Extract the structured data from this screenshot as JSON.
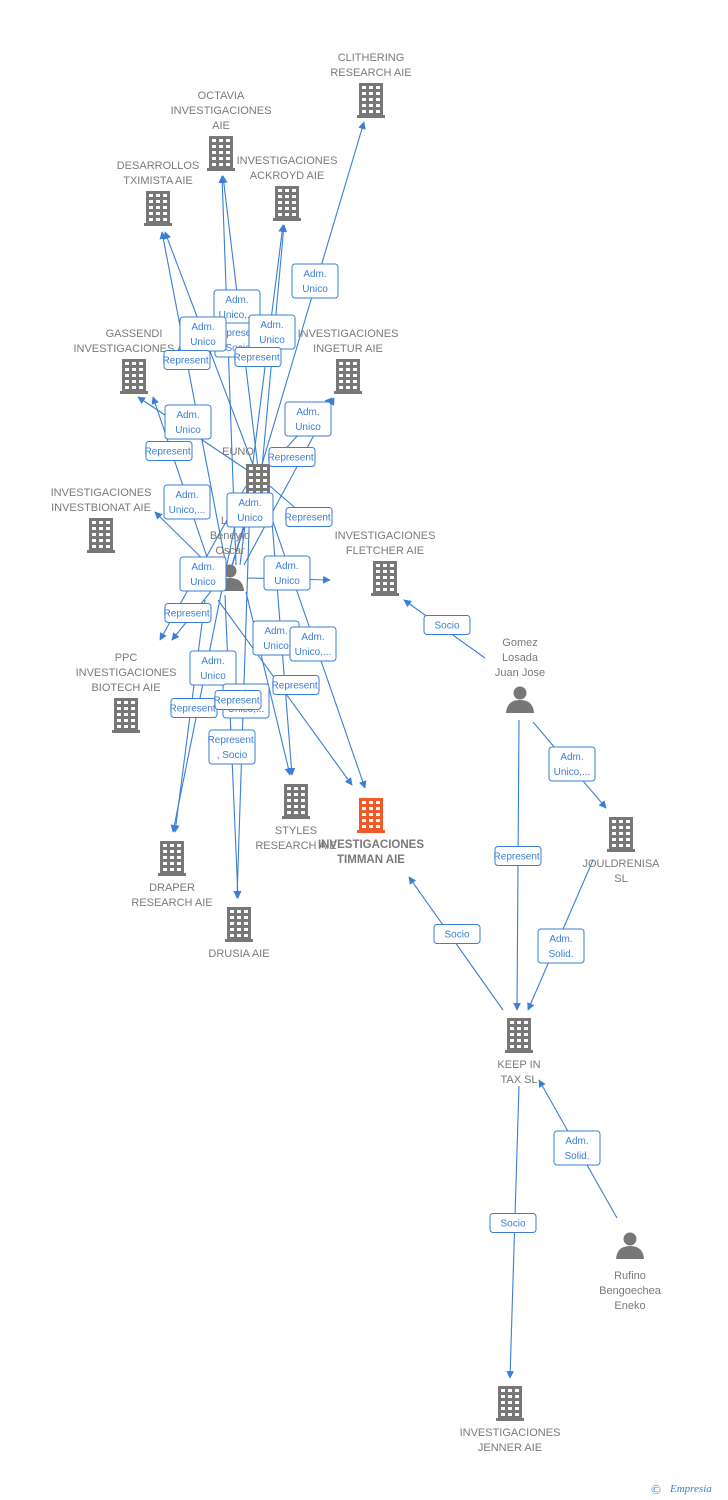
{
  "nodes": [
    {
      "id": "clithering",
      "type": "company",
      "label": [
        "CLITHERING",
        "RESEARCH AIE"
      ],
      "label_pos": "above"
    },
    {
      "id": "octavia",
      "type": "company",
      "label": [
        "OCTAVIA",
        "INVESTIGACIONES",
        "AIE"
      ],
      "label_pos": "above"
    },
    {
      "id": "desarrollos",
      "type": "company",
      "label": [
        "DESARROLLOS",
        "TXIMISTA AIE"
      ],
      "label_pos": "above"
    },
    {
      "id": "ackroyd",
      "type": "company",
      "label": [
        "INVESTIGACIONES",
        "ACKROYD AIE"
      ],
      "label_pos": "above"
    },
    {
      "id": "gassendi",
      "type": "company",
      "label": [
        "GASSENDI",
        "INVESTIGACIONES AIE"
      ],
      "label_pos": "above"
    },
    {
      "id": "ingetur",
      "type": "company",
      "label": [
        "INVESTIGACIONES",
        "INGETUR AIE"
      ],
      "label_pos": "above"
    },
    {
      "id": "eunoia",
      "type": "company",
      "label": [
        "EUNO"
      ],
      "label_pos": "left"
    },
    {
      "id": "investbionat",
      "type": "company",
      "label": [
        "INVESTIGACIONES",
        "INVESTBIONAT AIE"
      ],
      "label_pos": "above"
    },
    {
      "id": "person_oscar",
      "type": "person",
      "label": [
        "Lop",
        "Beneyto",
        "Oscar"
      ],
      "label_pos": "above"
    },
    {
      "id": "fletcher",
      "type": "company",
      "label": [
        "INVESTIGACIONES",
        "FLETCHER AIE"
      ],
      "label_pos": "above"
    },
    {
      "id": "gomez",
      "type": "person",
      "label": [
        "Gomez",
        "Losada",
        "Juan Jose"
      ],
      "label_pos": "above"
    },
    {
      "id": "ppc",
      "type": "company",
      "label": [
        "PPC",
        "INVESTIGACIONES",
        "BIOTECH AIE"
      ],
      "label_pos": "above"
    },
    {
      "id": "styles",
      "type": "company",
      "label": [
        "STYLES",
        "RESEARCH AIE"
      ],
      "label_pos": "below"
    },
    {
      "id": "timman",
      "type": "company",
      "main": true,
      "label": [
        "INVESTIGACIONES",
        "TIMMAN AIE"
      ],
      "label_pos": "below"
    },
    {
      "id": "jouldrenisa",
      "type": "company",
      "label": [
        "JOULDRENISA",
        "SL"
      ],
      "label_pos": "below"
    },
    {
      "id": "draper",
      "type": "company",
      "label": [
        "DRAPER",
        "RESEARCH AIE"
      ],
      "label_pos": "below"
    },
    {
      "id": "drusia",
      "type": "company",
      "label": [
        "DRUSIA AIE"
      ],
      "label_pos": "below"
    },
    {
      "id": "keepin",
      "type": "company",
      "label": [
        "KEEP IN",
        "TAX SL"
      ],
      "label_pos": "below"
    },
    {
      "id": "rufino",
      "type": "person",
      "label": [
        "Rufino",
        "Bengoechea",
        "Eneko"
      ],
      "label_pos": "below"
    },
    {
      "id": "jenner",
      "type": "company",
      "label": [
        "INVESTIGACIONES",
        "JENNER AIE"
      ],
      "label_pos": "below"
    }
  ],
  "edges": [
    {
      "from": "person_oscar",
      "to": "clithering",
      "label": [
        "Adm.",
        "Unico"
      ]
    },
    {
      "from": "person_oscar",
      "to": "octavia",
      "label": [
        "Adm.",
        "Unico,..."
      ]
    },
    {
      "from": "eunoia",
      "to": "octavia",
      "label": [
        "Represent.",
        "Socio"
      ]
    },
    {
      "from": "person_oscar",
      "to": "desarrollos",
      "label": [
        "Adm.",
        "Unico"
      ]
    },
    {
      "from": "eunoia",
      "to": "desarrollos",
      "label": [
        "Represent."
      ]
    },
    {
      "from": "person_oscar",
      "to": "ackroyd",
      "label": [
        "Adm.",
        "Unico"
      ]
    },
    {
      "from": "eunoia",
      "to": "ackroyd",
      "label": [
        "Represent."
      ]
    },
    {
      "from": "person_oscar",
      "to": "gassendi",
      "label": [
        "Adm.",
        "Unico"
      ]
    },
    {
      "from": "eunoia",
      "to": "gassendi",
      "label": [
        "Represent."
      ]
    },
    {
      "from": "person_oscar",
      "to": "ingetur",
      "label": [
        "Adm.",
        "Unico"
      ]
    },
    {
      "from": "eunoia",
      "to": "ingetur",
      "label": [
        "Represent."
      ]
    },
    {
      "from": "person_oscar",
      "to": "investbionat",
      "label": [
        "Adm.",
        "Unico,..."
      ]
    },
    {
      "from": "person_oscar",
      "to": "eunoia",
      "label": [
        "Adm.",
        "Unico"
      ]
    },
    {
      "from": "person_oscar",
      "to": "fletcher",
      "label": [
        "Adm.",
        "Unico"
      ]
    },
    {
      "from": "eunoia",
      "to": "fletcher",
      "label": [
        "Represent."
      ]
    },
    {
      "from": "eunoia",
      "to": "ppc",
      "label": [
        "Represent."
      ]
    },
    {
      "from": "person_oscar",
      "to": "ppc",
      "label": [
        "Adm.",
        "Unico"
      ]
    },
    {
      "from": "person_oscar",
      "to": "styles",
      "label": [
        "Adm.",
        "Unico"
      ]
    },
    {
      "from": "eunoia",
      "to": "timman",
      "label": [
        "Adm.",
        "Unico,..."
      ]
    },
    {
      "from": "person_oscar",
      "to": "timman",
      "label": [
        "Represent."
      ]
    },
    {
      "from": "person_oscar",
      "to": "draper",
      "label": [
        "Adm.",
        "Unico"
      ]
    },
    {
      "from": "eunoia",
      "to": "draper",
      "label": [
        "Represent."
      ]
    },
    {
      "from": "person_oscar",
      "to": "drusia",
      "label": [
        "Adm.",
        "Unico,..."
      ]
    },
    {
      "from": "eunoia",
      "to": "drusia",
      "label": [
        "Represent.",
        ", Socio"
      ]
    },
    {
      "from": "eunoia",
      "to": "styles",
      "label": [
        "Represent."
      ]
    },
    {
      "from": "gomez",
      "to": "fletcher",
      "label": [
        "Socio"
      ]
    },
    {
      "from": "gomez",
      "to": "jouldrenisa",
      "label": [
        "Adm.",
        "Unico,..."
      ]
    },
    {
      "from": "gomez",
      "to": "keepin",
      "label": [
        "Represent."
      ]
    },
    {
      "from": "jouldrenisa",
      "to": "keepin",
      "label": [
        "Adm.",
        "Solid."
      ]
    },
    {
      "from": "keepin",
      "to": "timman",
      "label": [
        "Socio"
      ]
    },
    {
      "from": "rufino",
      "to": "keepin",
      "label": [
        "Adm.",
        "Solid."
      ]
    },
    {
      "from": "keepin",
      "to": "jenner",
      "label": [
        "Socio"
      ]
    }
  ],
  "colors": {
    "edge": "#3a7fd5",
    "node": "#777777",
    "main_node": "#f05a28",
    "label": "#7a7a7a"
  },
  "footer": {
    "copyright": "©",
    "brand": "Empresia"
  }
}
